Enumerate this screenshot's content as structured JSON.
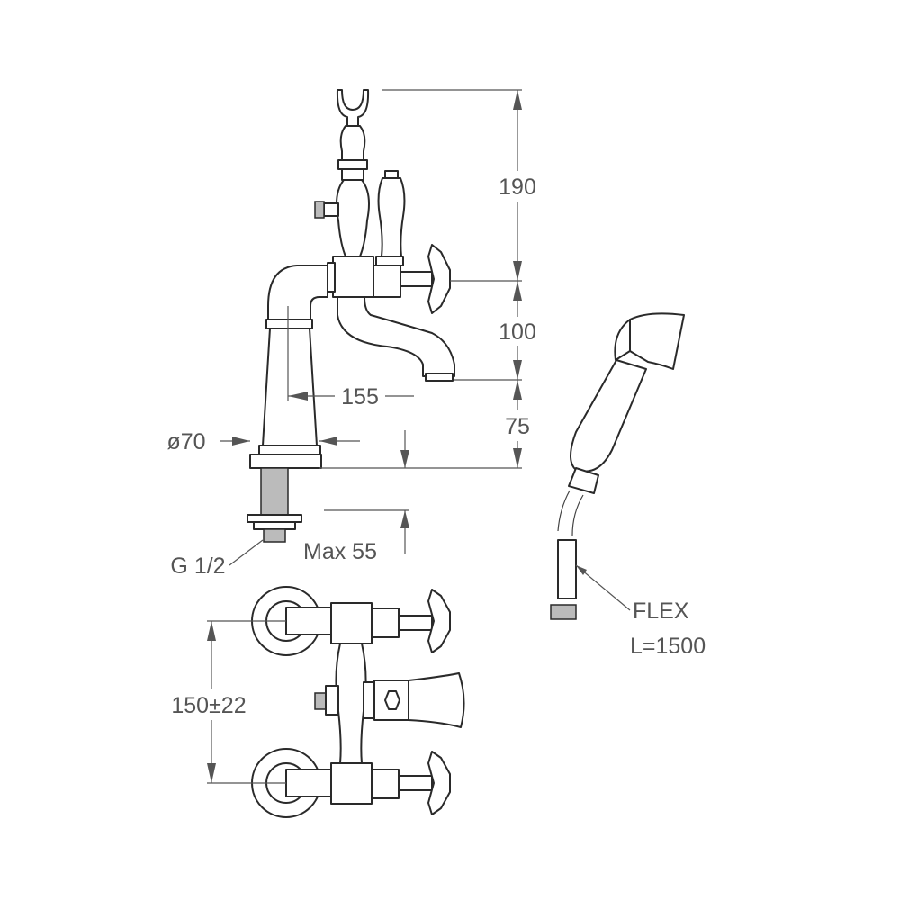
{
  "dimensions": {
    "height_top": "190",
    "height_mid": "100",
    "height_low": "75",
    "spout_reach": "155",
    "base_diameter": "ø70",
    "thread": "G 1/2",
    "max_deck": "Max 55",
    "center_distance": "150±22"
  },
  "hand_shower": {
    "hose_label": "FLEX",
    "hose_length": "L=1500"
  }
}
